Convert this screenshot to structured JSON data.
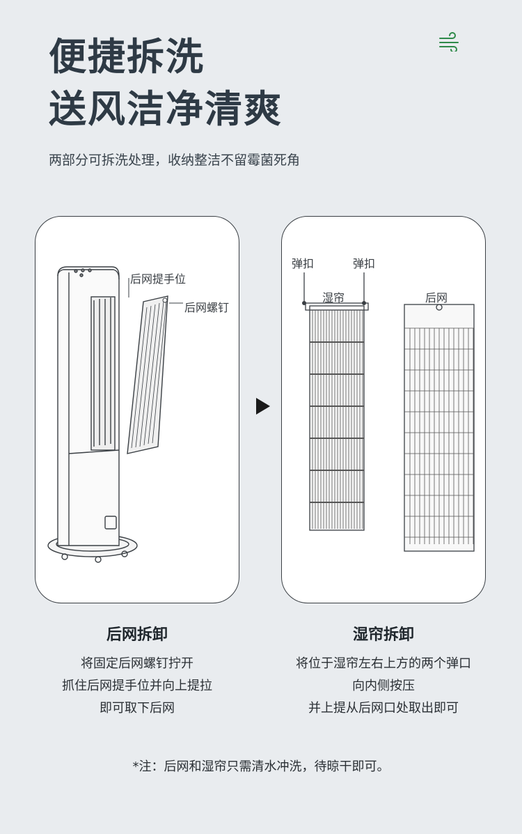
{
  "header": {
    "title_line1": "便捷拆洗",
    "title_line2": "送风洁净清爽",
    "subtitle": "两部分可拆洗处理，收纳整洁不留霉菌死角",
    "wind_icon": "wind-icon"
  },
  "left_panel": {
    "label_handle": "后网提手位",
    "label_screw": "后网螺钉"
  },
  "right_panel": {
    "label_clip_left": "弹扣",
    "label_clip_right": "弹扣",
    "label_curtain": "湿帘",
    "label_back_net": "后网"
  },
  "captions": {
    "left": {
      "heading": "后网拆卸",
      "lines": [
        "将固定后网螺钉拧开",
        "抓住后网提手位并向上提拉",
        "即可取下后网"
      ]
    },
    "right": {
      "heading": "湿帘拆卸",
      "lines": [
        "将位于湿帘左右上方的两个弹口",
        "向内侧按压",
        "并上提从后网口处取出即可"
      ]
    }
  },
  "note": "*注：后网和湿帘只需清水冲洗，待晾干即可。",
  "colors": {
    "background": "#e9ecef",
    "accent": "#2f8a4a",
    "text": "#2e3a45"
  }
}
